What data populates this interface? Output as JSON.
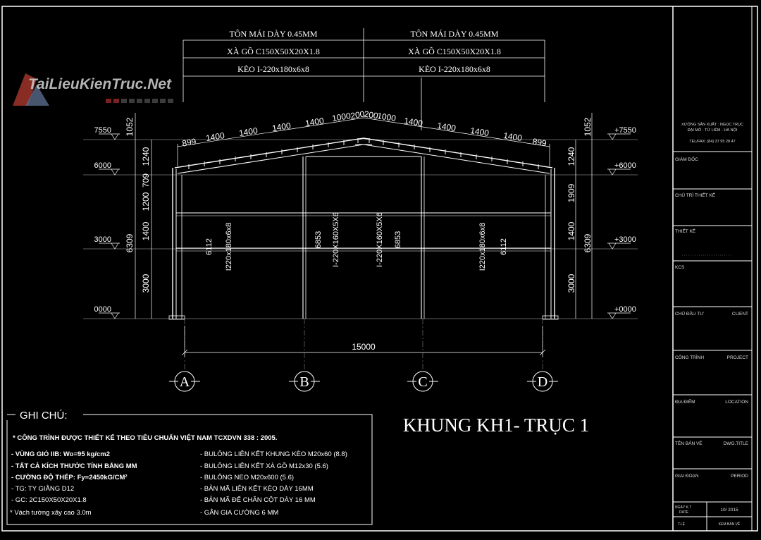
{
  "roof_labels": {
    "left": [
      "TÔN MÁI DÀY 0.45MM",
      "XÀ GỒ C150X50X20X1.8",
      "KÈO I-220x180x6x8"
    ],
    "right": [
      "TÔN MÁI DÀY 0.45MM",
      "XÀ GỒ C150X50X20X1.8",
      "KÈO I-220x180x6x8"
    ]
  },
  "watermark": "TaiLieuKienTruc.Net",
  "dims_top": [
    "899",
    "1400",
    "1400",
    "1400",
    "1400",
    "1000",
    "200",
    "200",
    "1000",
    "1400",
    "1400",
    "1400",
    "1400",
    "899"
  ],
  "levels_left": [
    "7550",
    "6000",
    "3000",
    "0000"
  ],
  "levels_right": [
    "+7550",
    "+6000",
    "+3000",
    "+0000"
  ],
  "dims_left_outer": [
    "1052",
    "6309"
  ],
  "dims_left_inner": [
    "1240",
    "709",
    "1200",
    "1400",
    "3000"
  ],
  "dims_right_outer": [
    "1052",
    "6309"
  ],
  "dims_right_inner": [
    "1240",
    "1909",
    "1400",
    "3000"
  ],
  "column_labels": {
    "left_section": "I220x180x6x8",
    "left_height": "6112",
    "mid_left_height": "6853",
    "mid_left_section": "I-220X160X5X6",
    "mid_right_section": "I-220X160X5X6",
    "mid_right_height": "6853",
    "right_section": "I220x180x6x8",
    "right_height": "6112"
  },
  "span": "15000",
  "axes": [
    "A",
    "B",
    "C",
    "D"
  ],
  "drawing_title": "KHUNG KH1- TRỤC 1",
  "notes": {
    "heading": "GHI CHÚ:",
    "main": "* CÔNG TRÌNH ĐƯỢC THIẾT KẾ THEO TIÊU CHUẨN VIỆT NAM TCXDVN 338 : 2005.",
    "left": [
      "- VÙNG GIÓ IIB: Wo=95 kg/cm2",
      "- TẤT CẢ KÍCH THƯỚC TÍNH BẰNG MM",
      "- CƯỜNG ĐỘ THÉP: Fy=2450kG/CM²",
      "- TG: TY GIẰNG D12",
      "- GC: 2C150X50X20X1.8",
      "* Vách tường xây cao 3.0m"
    ],
    "right": [
      "- BULÔNG LIÊN KẾT KHUNG KÈO M20x60 (8.8)",
      "- BULÔNG LIÊN KẾT XÀ GỒ M12x30 (5.6)",
      "- BULÔNG NEO M20x600 (5.6)",
      "- BẢN MÃ LIÊN KẾT KÈO DÀY 16MM",
      "- BẢN MÃ ĐẾ CHÂN CỘT DÀY 16 MM",
      "- GÂN GIA CƯỜNG 6 MM"
    ]
  },
  "title_block": {
    "company": [
      "XƯỞNG SẢN XUẤT : NGỌC TRỤC",
      "ĐẠI MỖ - TỪ LIÊM - HÀ NỘI",
      "TEL/FAX: (84) 37 95 28 47"
    ],
    "giam_doc": "GIÁM ĐỐC",
    "chu_tri": "CHỦ TRÌ THIẾT KẾ",
    "thiet_ke": "THIẾT KẾ",
    "kcs": "KCS",
    "chu_dau_tu": "CHỦ ĐẦU TƯ",
    "client": "CLIENT",
    "cong_trinh": "CÔNG TRÌNH",
    "project": "PROJECT",
    "dia_diem": "ĐỊA ĐIỂM",
    "location": "LOCATION",
    "ten_ban_ve": "TÊN BẢN VẼ",
    "dwg_title": "DWG.TITLE",
    "giai_doan": "GIAI ĐOẠN",
    "period": "PERIOD",
    "ngay": "NGÀY K.T",
    "date": "DATE",
    "date_value": "10/ 2015",
    "tl": "T.LỆ",
    "kem": "KEM BẢN VẼ"
  }
}
